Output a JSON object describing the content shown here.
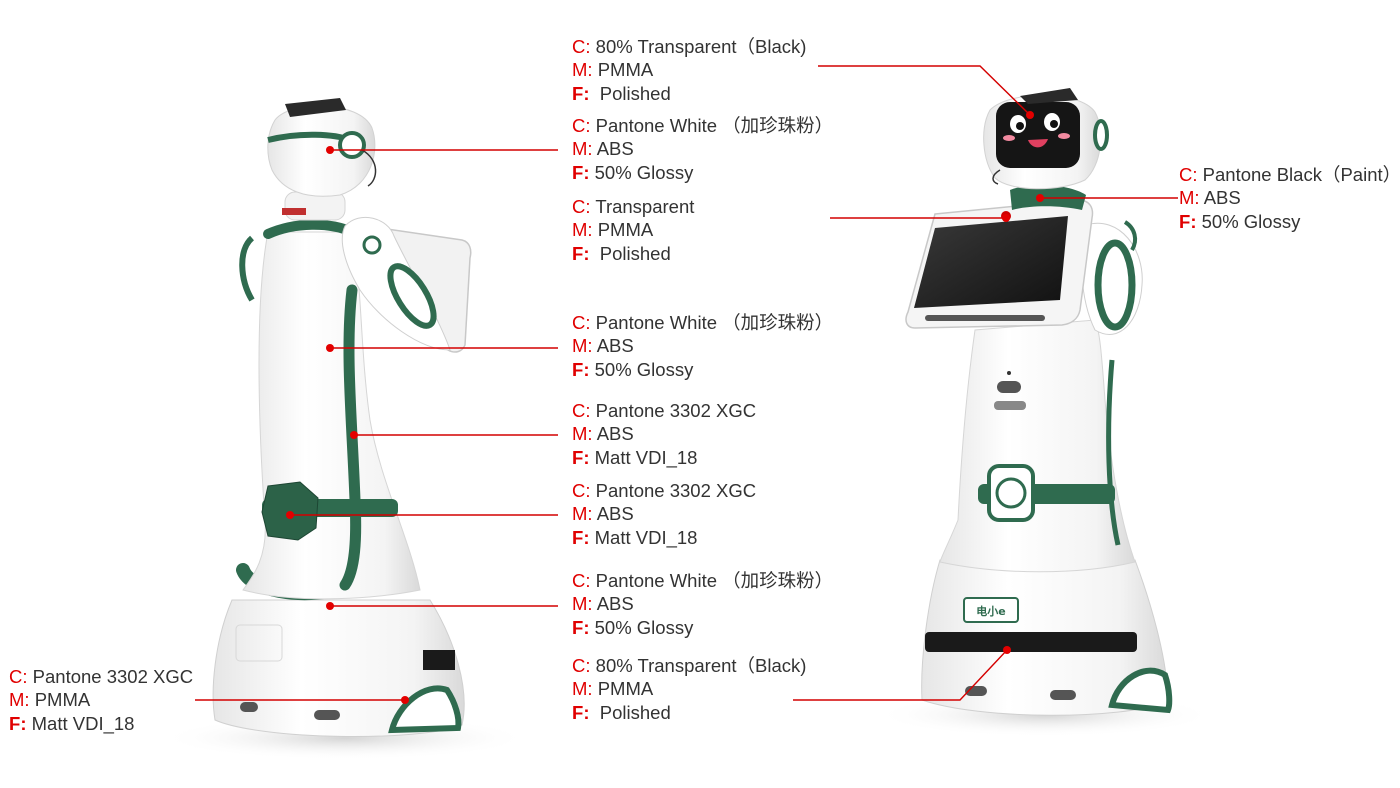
{
  "colors": {
    "accent_red": "#e00000",
    "label_text": "#333333",
    "robot_body": "#ffffff",
    "trim_green": "#2f6b4f",
    "screen_black": "#1a1a1a"
  },
  "specs": [
    {
      "id": "left-head-visor",
      "lines": [
        {
          "key": "C",
          "sep": ": ",
          "value": "80% Transparent（Black)"
        },
        {
          "key": "M",
          "sep": ": ",
          "value": "PMMA"
        },
        {
          "key": "F",
          "sep": ":  ",
          "value": "Polished"
        }
      ]
    },
    {
      "id": "left-head-shell",
      "lines": [
        {
          "key": "C",
          "sep": ": ",
          "value": "Pantone White （加珍珠粉）"
        },
        {
          "key": "M",
          "sep": ": ",
          "value": "ABS"
        },
        {
          "key": "F",
          "sep": ": ",
          "value": "50% Glossy"
        }
      ]
    },
    {
      "id": "left-neck-light",
      "lines": [
        {
          "key": "C",
          "sep": ": ",
          "value": "Transparent"
        },
        {
          "key": "M",
          "sep": ": ",
          "value": "PMMA"
        },
        {
          "key": "F",
          "sep": ":  ",
          "value": "Polished"
        }
      ]
    },
    {
      "id": "left-torso-shell",
      "lines": [
        {
          "key": "C",
          "sep": ": ",
          "value": "Pantone White （加珍珠粉）"
        },
        {
          "key": "M",
          "sep": ": ",
          "value": "ABS"
        },
        {
          "key": "F",
          "sep": ": ",
          "value": "50% Glossy"
        }
      ]
    },
    {
      "id": "left-green-stripe",
      "lines": [
        {
          "key": "C",
          "sep": ": ",
          "value": "Pantone 3302 XGC"
        },
        {
          "key": "M",
          "sep": ": ",
          "value": "ABS"
        },
        {
          "key": "F",
          "sep": ": ",
          "value": "Matt VDI_18"
        }
      ]
    },
    {
      "id": "left-waist-belt",
      "lines": [
        {
          "key": "C",
          "sep": ": ",
          "value": "Pantone 3302 XGC"
        },
        {
          "key": "M",
          "sep": ": ",
          "value": "ABS"
        },
        {
          "key": "F",
          "sep": ": ",
          "value": "Matt VDI_18"
        }
      ]
    },
    {
      "id": "left-base-shell",
      "lines": [
        {
          "key": "C",
          "sep": ": ",
          "value": "Pantone White （加珍珠粉）"
        },
        {
          "key": "M",
          "sep": ": ",
          "value": "ABS"
        },
        {
          "key": "F",
          "sep": ": ",
          "value": "50% Glossy"
        }
      ]
    },
    {
      "id": "right-base-light",
      "lines": [
        {
          "key": "C",
          "sep": ": ",
          "value": "80% Transparent（Black)"
        },
        {
          "key": "M",
          "sep": ": ",
          "value": "PMMA"
        },
        {
          "key": "F",
          "sep": ":  ",
          "value": "Polished"
        }
      ]
    },
    {
      "id": "left-bumper",
      "lines": [
        {
          "key": "C",
          "sep": ": ",
          "value": "Pantone 3302 XGC"
        },
        {
          "key": "M",
          "sep": ": ",
          "value": "PMMA"
        },
        {
          "key": "F",
          "sep": ": ",
          "value": "Matt VDI_18"
        }
      ]
    },
    {
      "id": "right-neck-ring",
      "lines": [
        {
          "key": "C",
          "sep": ": ",
          "value": "Pantone  Black（Paint）"
        },
        {
          "key": "M",
          "sep": ": ",
          "value": "ABS"
        },
        {
          "key": "F",
          "sep": ": ",
          "value": "50% Glossy"
        }
      ]
    }
  ],
  "robot_left": {
    "logo_text": ""
  },
  "robot_right": {
    "badge_text": "电小e"
  }
}
